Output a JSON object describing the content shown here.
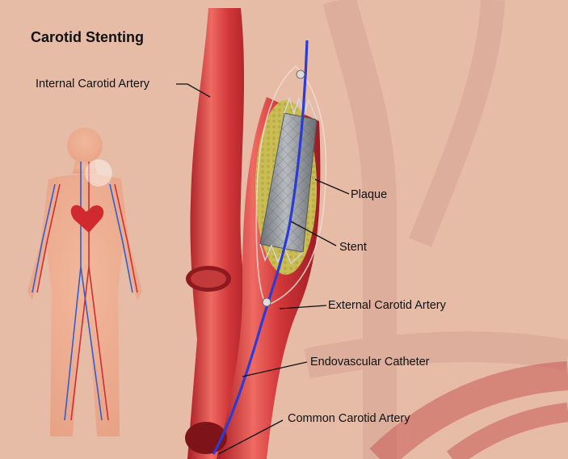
{
  "title": "Carotid Stenting",
  "labels": {
    "internal_carotid": "Internal Carotid Artery",
    "plaque": "Plaque",
    "stent": "Stent",
    "external_carotid": "External Carotid Artery",
    "catheter": "Endovascular Catheter",
    "common_carotid": "Common Carotid Artery"
  },
  "colors": {
    "background": "#e7bca7",
    "artery": "#d2383a",
    "artery_dark": "#a81c24",
    "artery_light": "#ef6a62",
    "plaque": "#c9bd54",
    "stent": "#8c9196",
    "catheter": "#2d3bd6",
    "vein": "#2f5fcf"
  }
}
